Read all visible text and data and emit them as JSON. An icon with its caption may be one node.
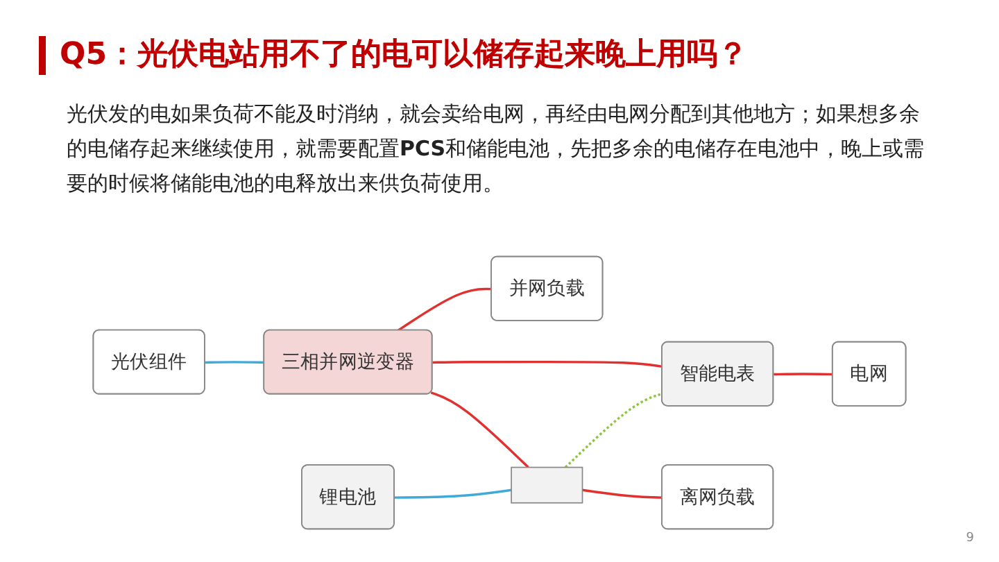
{
  "diagram": {
    "title": "Q5：光伏电站用不了的电可以储存起来晚上用吗？",
    "nodes": [
      {
        "text": [
          "光伏组件"
        ]
      },
      {
        "text": [
          "三相并网逆变器"
        ]
      },
      {
        "text": [
          "并网负载"
        ]
      },
      {
        "text": [
          "锂电池"
        ]
      },
      {
        "text": [],
        "shape": "box"
      },
      {
        "text": [
          "智能电表"
        ]
      },
      {
        "text": [
          "电网"
        ]
      },
      {
        "text": [
          "离网负载"
        ]
      }
    ],
    "edges": [
      {
        "from": 0,
        "to": 1,
        "arrow": "none",
        "color": "#3fa9d8"
      },
      {
        "from": 1,
        "to": 5,
        "arrow": "none"
      },
      {
        "from": 5,
        "to": 6,
        "arrow": "none"
      },
      {
        "from": 1,
        "to": 2,
        "arrow": "none"
      },
      {
        "from": 1,
        "to": 4,
        "arrow": "none"
      },
      {
        "from": 3,
        "to": 4,
        "arrow": "none",
        "color": "#3fa9d8"
      },
      {
        "from": 4,
        "to": 5,
        "arrow": "none",
        "style": "dashed",
        "color": "#8cc63f"
      },
      {
        "from": 4,
        "to": 7,
        "arrow": "none"
      }
    ],
    "labels": [
      "光伏发的电如果负荷不能及时消纳，就会卖给电网，再经由电网分配到其他地方；如果想多余的电储存起来继续使用，就需要配置**PCS**和储能电池，先把多余的电储存在电池中，晚上或需要的时候将储能电池的电释放出来供负荷使用。",
      "9"
    ]
  }
}
